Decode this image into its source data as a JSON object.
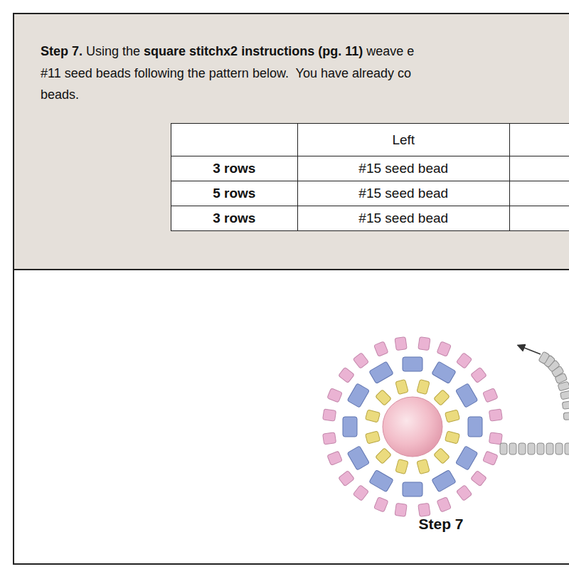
{
  "diagram": {
    "caption": "Step 7",
    "labels": [
      "Step 7.",
      "Using the",
      "square stitchx2 instructions (pg. 11)",
      "weave e",
      "#11 seed beads following the pattern below.  You have already co",
      "beads.",
      "Left",
      "3 rows",
      "#15 seed bead",
      "5 rows",
      "#15 seed bead",
      "3 rows",
      "#15 seed bead"
    ]
  }
}
